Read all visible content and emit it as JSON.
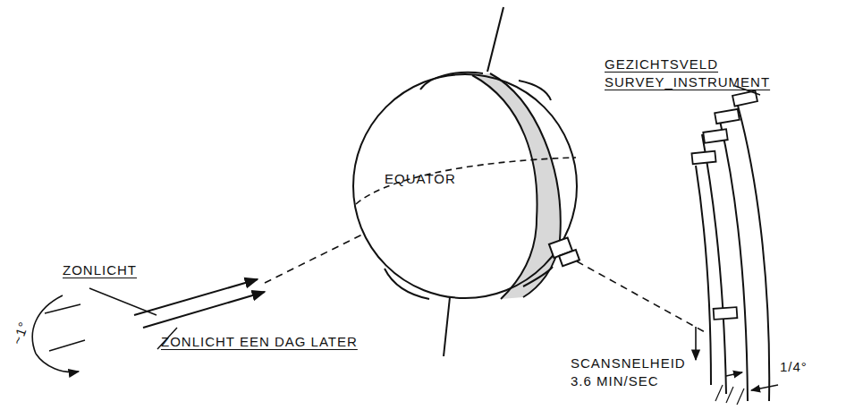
{
  "diagram": {
    "labels": [
      "GEZICHTSVELD SURVEY_INSTRUMENT",
      "EQUATOR",
      "ZONLICHT",
      "ZONLICHT EEN DAG LATER",
      "SCANSNELHEID 3.6 MIN/SEC",
      "~1°",
      "1/4°"
    ]
  }
}
